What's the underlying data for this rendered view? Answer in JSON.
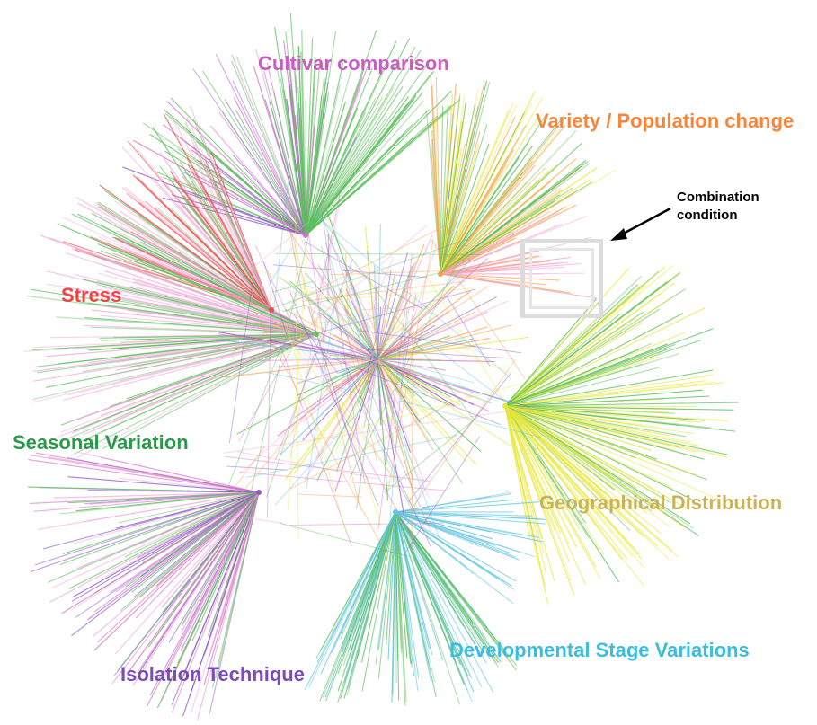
{
  "clusters": [
    {
      "id": "cultivar",
      "label": "Cultivar comparison",
      "color": "#c85ec0"
    },
    {
      "id": "variety",
      "label": "Variety / Population change",
      "color": "#f7853a"
    },
    {
      "id": "stress",
      "label": "Stress",
      "color": "#f04343"
    },
    {
      "id": "seasonal",
      "label": "Seasonal Variation",
      "color": "#2a9a4a"
    },
    {
      "id": "geo",
      "label": "Geographical Distribution",
      "color": "#c8b35a"
    },
    {
      "id": "dev",
      "label": "Developmental Stage Variations",
      "color": "#3bbde0"
    },
    {
      "id": "isolation",
      "label": "Isolation Technique",
      "color": "#7b4bb8"
    }
  ],
  "annotation": {
    "line1": "Combination",
    "line2": "condition"
  },
  "edge_colors": {
    "green": "#5cbf5c",
    "purple": "#8e5ac9",
    "magenta": "#d772c8",
    "orange": "#f7a04a",
    "red": "#ee4a4a",
    "yellow": "#e8e83a",
    "cyan": "#62c6e3",
    "pink": "#f1a8d8"
  }
}
